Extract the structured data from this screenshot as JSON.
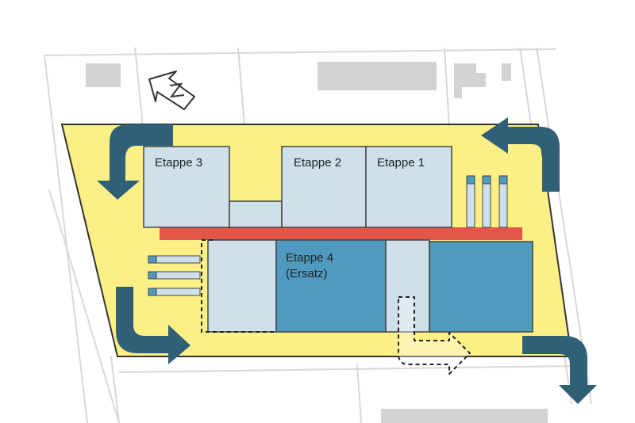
{
  "colors": {
    "site": "#fbef86",
    "site_stroke": "#333333",
    "light_block": "#cfe0ea",
    "dark_block": "#4f9bbf",
    "arrow": "#2f6078",
    "red_bar": "#e2574a",
    "map_line": "#d8d8d8",
    "map_block": "#d3d3d3"
  },
  "labels": {
    "etappe_3": "Etappe 3",
    "etappe_2": "Etappe 2",
    "etappe_1": "Etappe 1",
    "etappe_4": "Etappe 4",
    "etappe_4_note": "(Ersatz)"
  },
  "icons": {
    "north": "north-arrow-icon",
    "access_arrows": "curved-arrow-icon",
    "future_access": "dashed-arrow-icon"
  }
}
